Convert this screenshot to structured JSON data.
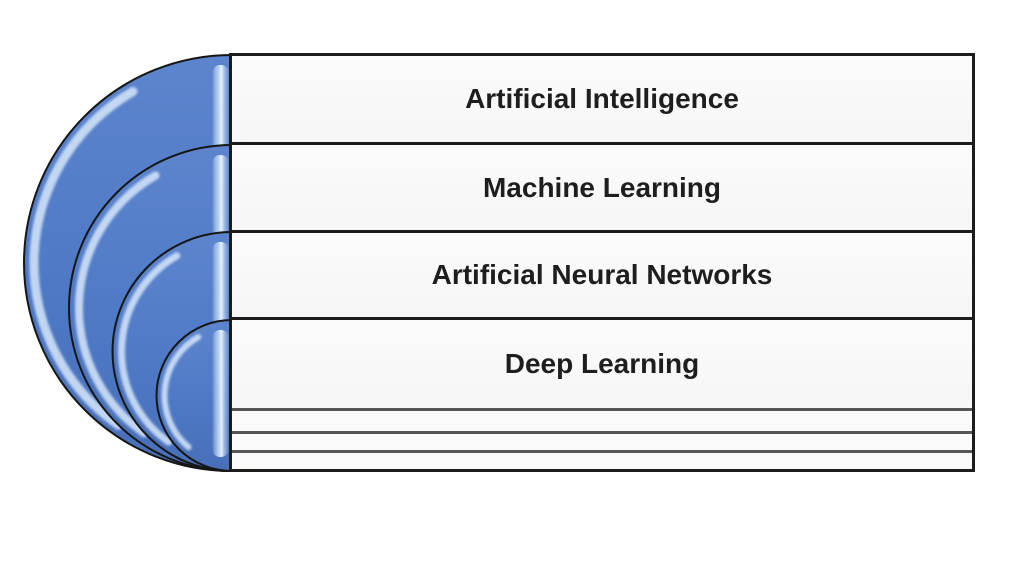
{
  "diagram": {
    "levels": [
      {
        "label": "Artificial Intelligence"
      },
      {
        "label": "Machine Learning"
      },
      {
        "label": "Artificial Neural Networks"
      },
      {
        "label": "Deep Learning"
      }
    ],
    "empty_row_count": "3",
    "colors": {
      "ring_blue": "#4e79c5",
      "ring_blue_light": "#5c85cd",
      "ring_blue_dark": "#486fb8",
      "ring_outline": "#161616",
      "ring_highlight": "#d7e7fb",
      "bar_background": "#f9f9f9",
      "border_dark": "#1c1c1c",
      "separator_gray": "#565656",
      "label_text": "#1e1e1e",
      "page_background": "#ffffff"
    }
  }
}
